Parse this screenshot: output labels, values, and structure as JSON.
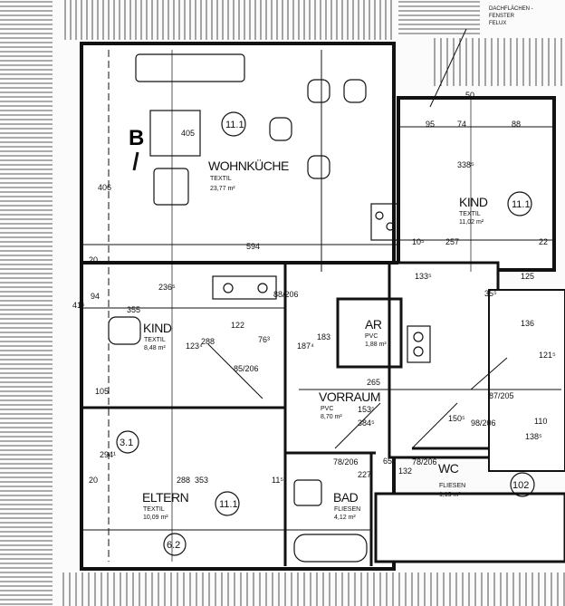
{
  "title_note": [
    "DACHFLÄCHEN -",
    "FENSTER",
    "FELUX"
  ],
  "section_marker": "B",
  "rooms": [
    {
      "name": "WOHNKÜCHE",
      "floor": "TEXTIL",
      "area": "23,77 m²",
      "tag": "11.1"
    },
    {
      "name": "KIND",
      "floor": "TEXTIL",
      "area": "11,02 m²",
      "tag": "11.1"
    },
    {
      "name": "KIND",
      "floor": "TEXTIL",
      "area": "8,48 m²"
    },
    {
      "name": "ELTERN",
      "floor": "TEXTIL",
      "area": "10,09 m²",
      "tag": "11.1"
    },
    {
      "name": "VORRAUM",
      "floor": "PVC",
      "area": "8,70 m²"
    },
    {
      "name": "AR",
      "floor": "PVC",
      "area": "1,88 m²"
    },
    {
      "name": "BAD",
      "floor": "FLIESEN",
      "area": "4,12 m²"
    },
    {
      "name": "WC",
      "floor": "FLIESEN",
      "area": "1,19 m²"
    }
  ],
  "tags": [
    "3.1",
    "6.2",
    "102"
  ],
  "dimensions": [
    "594",
    "405",
    "406",
    "355",
    "236⁵",
    "122",
    "288",
    "76³",
    "123⁴",
    "187⁴",
    "183",
    "265",
    "384⁵",
    "153⁵",
    "150⁵",
    "78/206",
    "78/206",
    "88/206",
    "98/206",
    "87/205",
    "65",
    "132",
    "110",
    "138⁵",
    "136",
    "121⁵",
    "257",
    "133⁵",
    "125",
    "95",
    "74",
    "88",
    "338⁵",
    "10⁵",
    "22",
    "353",
    "288",
    "20",
    "294¹",
    "11⁵",
    "227",
    "85/206",
    "50",
    "35⁵",
    "20",
    "105",
    "94",
    "41⁵"
  ]
}
